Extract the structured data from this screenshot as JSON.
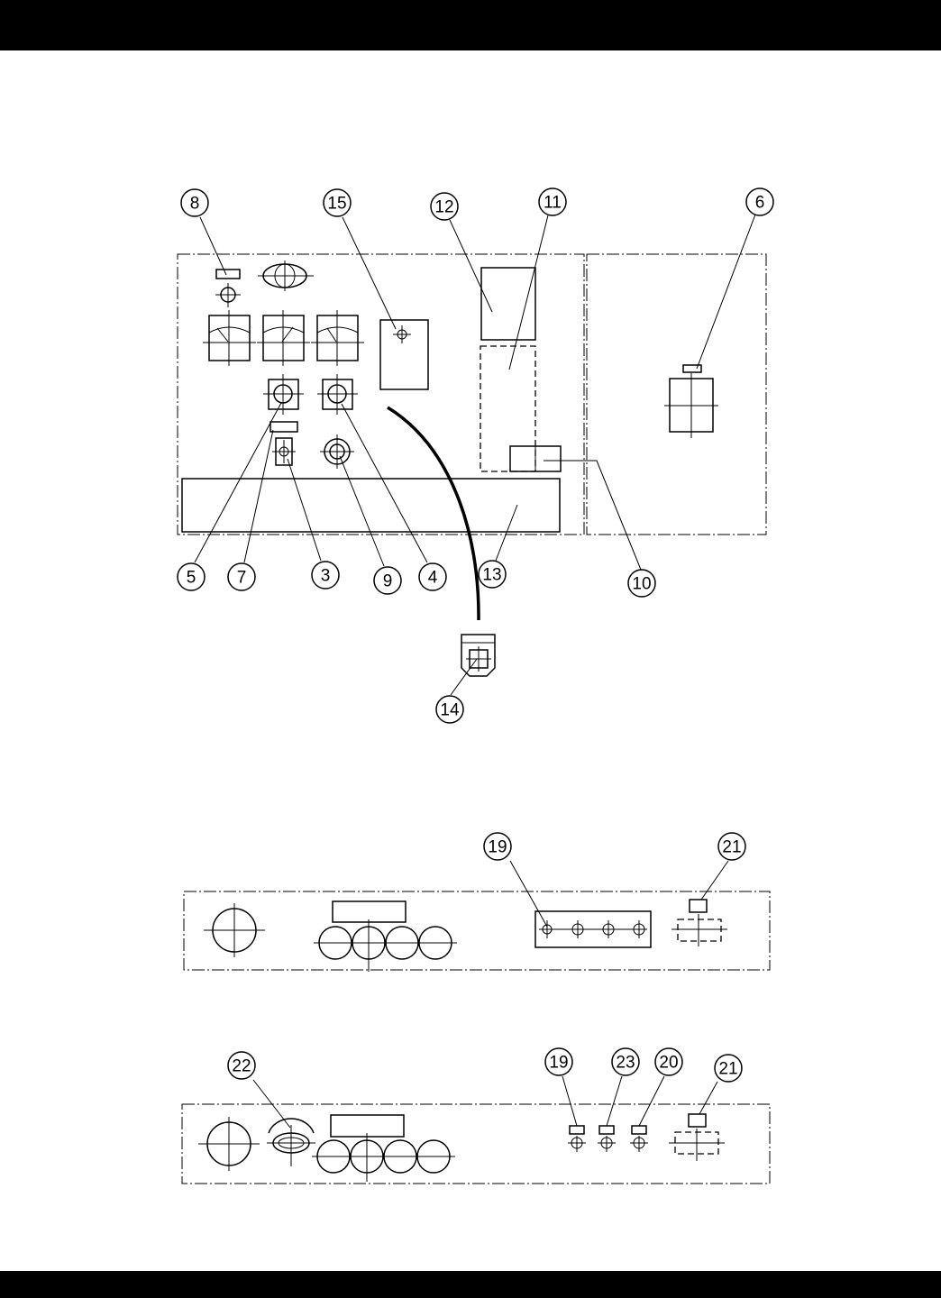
{
  "diagram": {
    "callouts": {
      "c3": "3",
      "c4": "4",
      "c5": "5",
      "c6": "6",
      "c7": "7",
      "c8": "8",
      "c9": "9",
      "c10": "10",
      "c11": "11",
      "c12": "12",
      "c13": "13",
      "c14": "14",
      "c15": "15",
      "c19a": "19",
      "c21a": "21",
      "c22": "22",
      "c19b": "19",
      "c23": "23",
      "c20": "20",
      "c21b": "21"
    }
  }
}
